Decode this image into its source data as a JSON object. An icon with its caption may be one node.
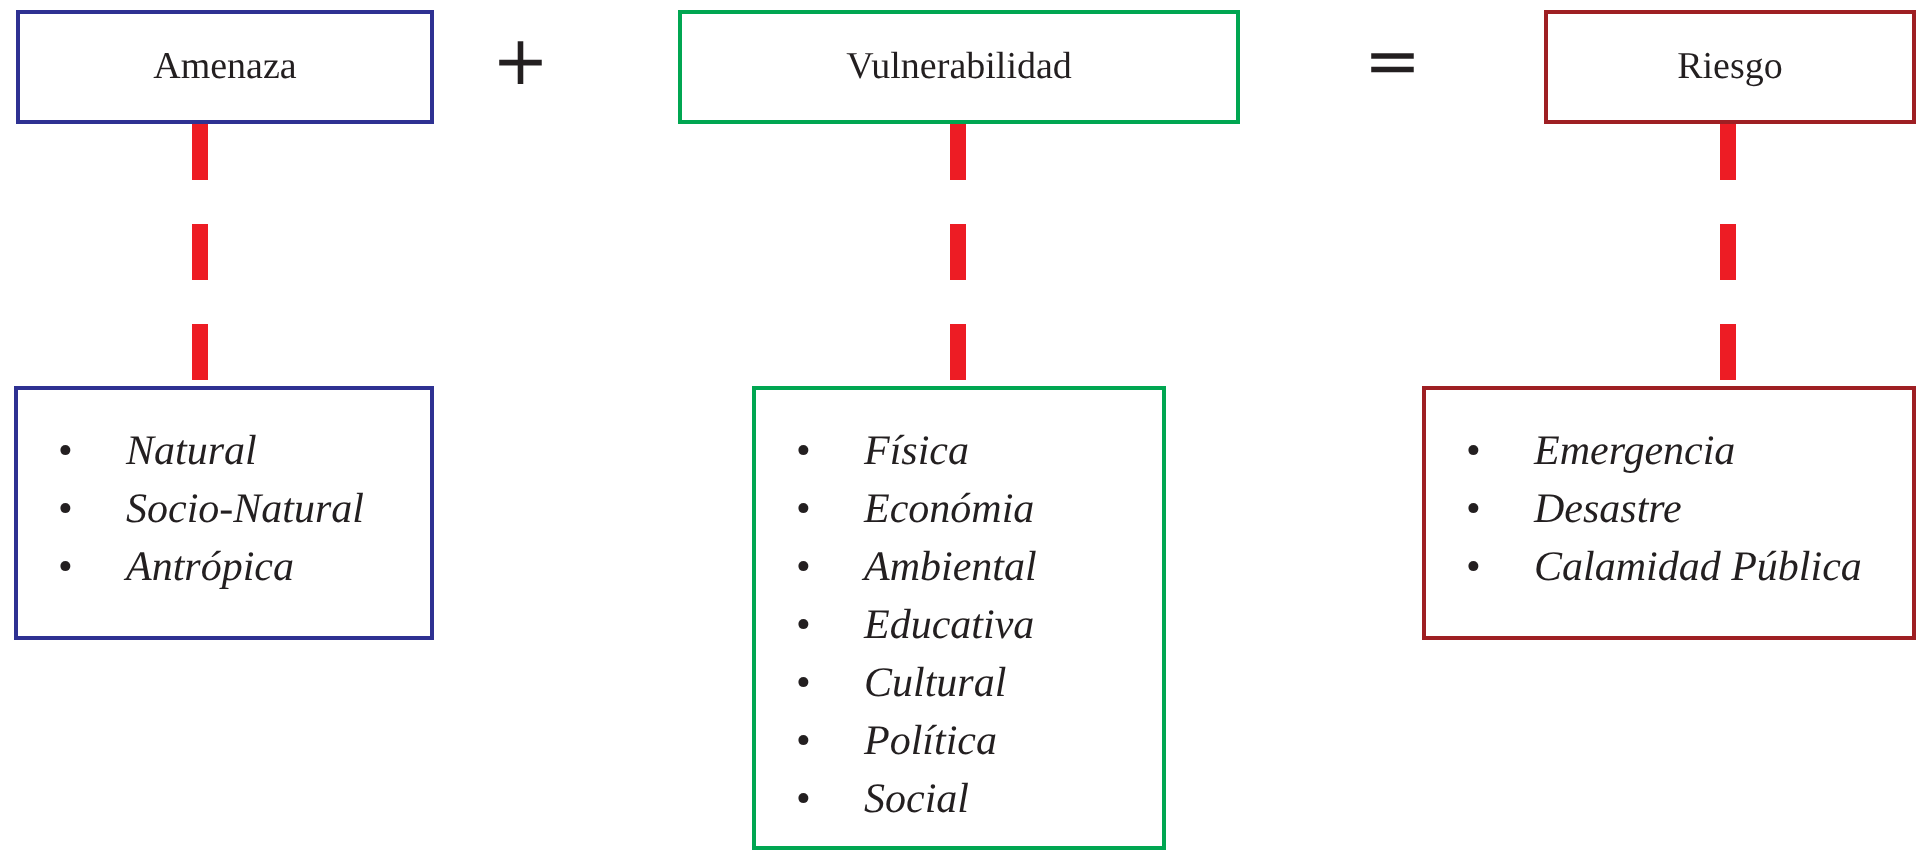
{
  "diagram": {
    "nodes": [
      {
        "text": [
          "Amenaza"
        ]
      },
      {
        "text": [
          "Vulnerabilidad"
        ]
      },
      {
        "text": [
          "Riesgo"
        ]
      },
      {
        "text": [
          "• Natural",
          "• Socio-Natural",
          "• Antrópica"
        ]
      },
      {
        "text": [
          "• Física",
          "• Económia",
          "• Ambiental",
          "• Educativa",
          "• Cultural",
          "• Política",
          "• Social"
        ]
      },
      {
        "text": [
          "• Emergencia",
          "• Desastre",
          "• Calamidad Pública"
        ]
      }
    ],
    "edges": [
      {
        "from": 0,
        "to": 3,
        "arrow": "none",
        "style": "dashed"
      },
      {
        "from": 1,
        "to": 4,
        "arrow": "none",
        "style": "dashed"
      },
      {
        "from": 2,
        "to": 5,
        "arrow": "none",
        "style": "dashed"
      }
    ],
    "labels": [
      "+",
      "="
    ]
  }
}
